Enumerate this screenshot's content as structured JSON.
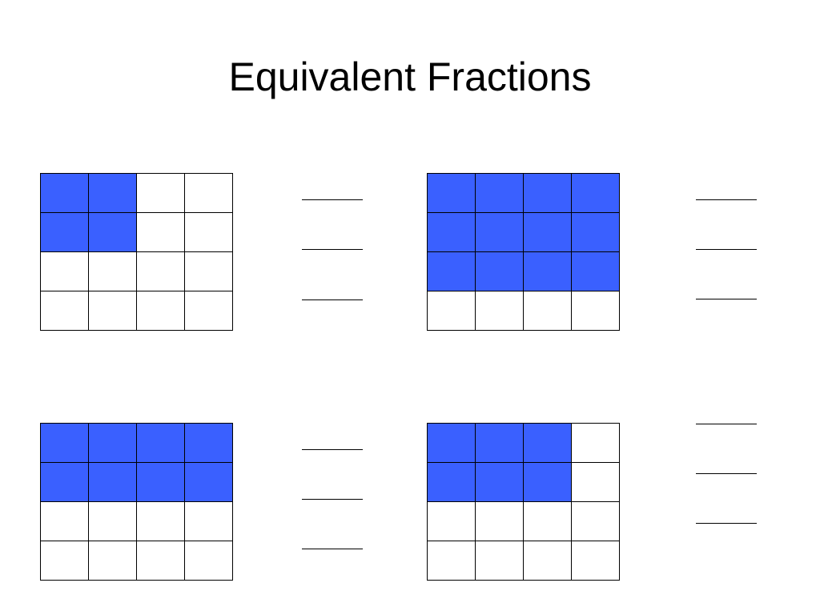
{
  "title": "Equivalent Fractions",
  "colors": {
    "filled": "#3a60ff",
    "empty": "#ffffff",
    "line": "#000000"
  },
  "grids": [
    {
      "id": "grid-top-left",
      "rows": 4,
      "cols": 4,
      "shaded": [
        [
          1,
          1,
          0,
          0
        ],
        [
          1,
          1,
          0,
          0
        ],
        [
          0,
          0,
          0,
          0
        ],
        [
          0,
          0,
          0,
          0
        ]
      ]
    },
    {
      "id": "grid-top-right",
      "rows": 4,
      "cols": 4,
      "shaded": [
        [
          1,
          1,
          1,
          1
        ],
        [
          1,
          1,
          1,
          1
        ],
        [
          1,
          1,
          1,
          1
        ],
        [
          0,
          0,
          0,
          0
        ]
      ]
    },
    {
      "id": "grid-bottom-left",
      "rows": 4,
      "cols": 4,
      "shaded": [
        [
          1,
          1,
          1,
          1
        ],
        [
          1,
          1,
          1,
          1
        ],
        [
          0,
          0,
          0,
          0
        ],
        [
          0,
          0,
          0,
          0
        ]
      ]
    },
    {
      "id": "grid-bottom-right",
      "rows": 4,
      "cols": 4,
      "shaded": [
        [
          1,
          1,
          1,
          0
        ],
        [
          1,
          1,
          1,
          0
        ],
        [
          0,
          0,
          0,
          0
        ],
        [
          0,
          0,
          0,
          0
        ]
      ]
    }
  ],
  "answer_blanks_per_grid": 3
}
